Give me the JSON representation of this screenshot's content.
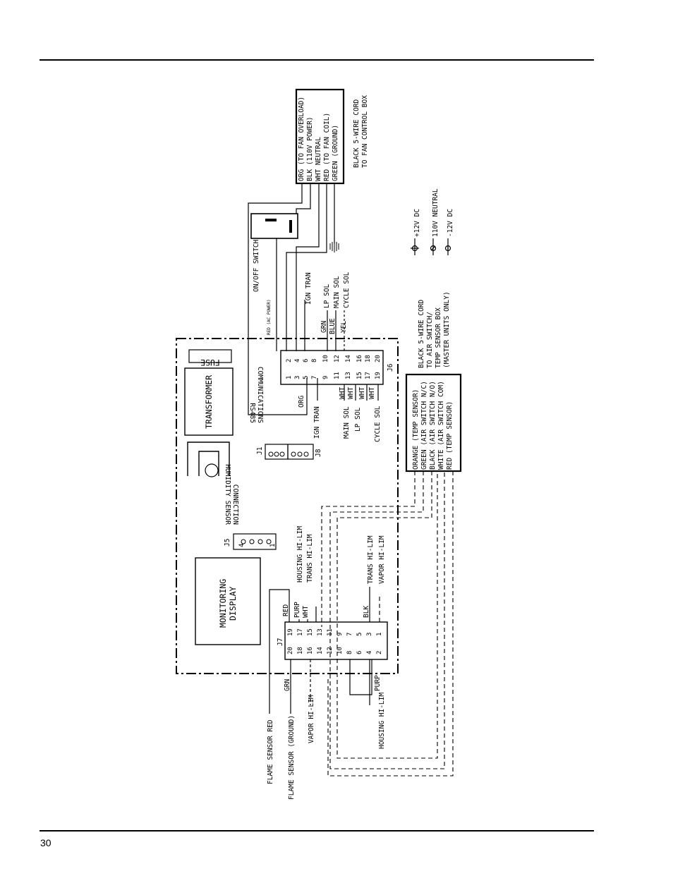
{
  "page_number": "30",
  "fan_box": {
    "lines": [
      "ORG (TO FAN OVERLOAD)",
      "BLK (110V POWER)",
      "WHT NEUTRAL",
      "RED (TO FAN COIL)",
      "GREEN (GROUND)"
    ],
    "caption": [
      "BLACK 5-WIRE CORD",
      "TO FAN CONTROL BOX"
    ]
  },
  "legend": [
    "+12V DC",
    "110V NEUTRAL",
    "-12V DC"
  ],
  "switch": {
    "label": "ON/OFF SWITCH",
    "wire": "RED (AC POWER)"
  },
  "j6": {
    "id": "J6",
    "upper_labels": [
      "IGN TRAN",
      "LP SOL",
      "MAIN SOL",
      "CYCLE SOL"
    ],
    "color_labels": [
      "GRN",
      "BLUE",
      "YEL"
    ],
    "pins_top": [
      "2",
      "4",
      "6",
      "8",
      "10",
      "12",
      "14",
      "16",
      "18",
      "20"
    ],
    "pins_bottom": [
      "1",
      "3",
      "5",
      "7",
      "9",
      "11",
      "13",
      "15",
      "17",
      "19"
    ],
    "lower_labels": [
      "ORG",
      "IGN TRAN",
      "WHT",
      "MAIN SOL",
      "WHT",
      "LP SOL",
      "WHT",
      "CYCLE SOL",
      "WHT"
    ]
  },
  "air_box": {
    "caption": [
      "BLACK 5-WIRE CORD",
      "TO AIR SWITCH/",
      "TEMP SENSOR BOX",
      "(MASTER UNITS ONLY)"
    ],
    "lines": [
      "ORANGE (TEMP SENSOR)",
      "GREEN (AIR SWITCH N/C)",
      "BLACK (AIR SWITCH N/O)",
      "WHITE (AIR SWITCH COM)",
      "RED (TEMP SENSOR)"
    ]
  },
  "board": {
    "fuse": "FUSE",
    "transformer": "TRANSFORMER",
    "comm": [
      "RS485",
      "COMMUNICATIONS"
    ],
    "j1": "J1",
    "j8": "J8",
    "humidity": [
      "HUMIDITY SENSOR",
      "CONNECTION"
    ],
    "j5": "J5",
    "j5_pins": [
      "4",
      "1"
    ],
    "display": [
      "MONITORING",
      "DISPLAY"
    ]
  },
  "j7": {
    "id": "J7",
    "upper_labels": [
      "RED",
      "PURP",
      "WHT",
      "BLK"
    ],
    "hi_labels": [
      "HOUSING HI-LIM",
      "TRANS HI-LIM",
      "TRANS HI-LIM",
      "VAPOR HI-LIM"
    ],
    "pins_top": [
      "19",
      "17",
      "15",
      "13",
      "11",
      "9",
      "7",
      "5",
      "3",
      "1"
    ],
    "pins_bottom": [
      "20",
      "18",
      "16",
      "14",
      "12",
      "10",
      "8",
      "6",
      "4",
      "2"
    ],
    "lower_labels": [
      "FLAME SENSOR RED",
      "GRN",
      "FLAME SENSOR (GROUND)",
      "VAPOR HI-LIM",
      "PURP",
      "HOUSING HI-LIM"
    ]
  }
}
